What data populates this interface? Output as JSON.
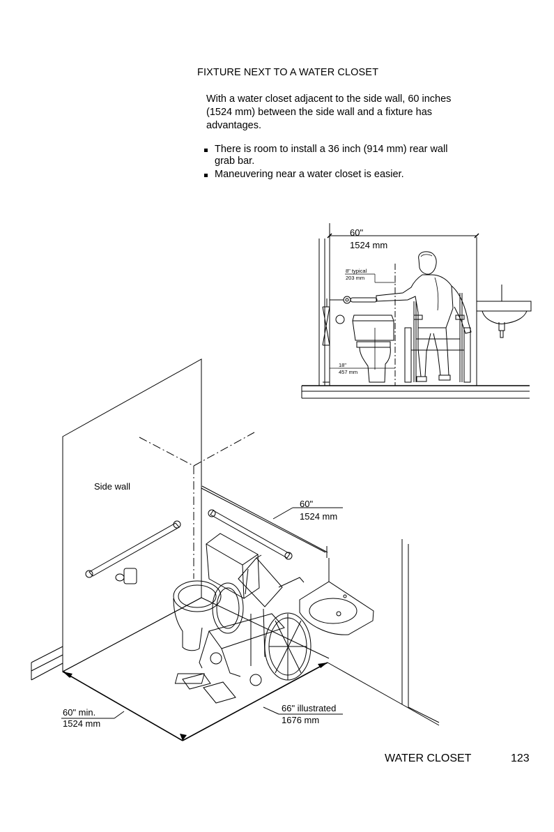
{
  "page": {
    "heading": "FIXTURE NEXT TO A WATER CLOSET",
    "intro": "With a water closet adjacent to the side wall, 60 inches (1524 mm) between the side wall and a fixture has advantages.",
    "bullets": [
      "There is room to install a 36 inch (914 mm) rear wall grab bar.",
      "Maneuvering near a water closet is easier."
    ],
    "footer": {
      "section_title": "WATER CLOSET",
      "page_number": "123"
    }
  },
  "elevation": {
    "width_in": "60\"",
    "width_mm": "1524 mm",
    "offset_in": "8\" typical",
    "offset_mm": "203 mm",
    "centerline_in": "18\"",
    "centerline_mm": "457 mm"
  },
  "isometric": {
    "side_wall_label": "Side wall",
    "rear_dim_in": "60\"",
    "rear_dim_mm": "1524 mm",
    "width_dim_in": "60\" min.",
    "width_dim_mm": "1524 mm",
    "depth_dim_in": "66\" illustrated",
    "depth_dim_mm": "1676 mm"
  }
}
